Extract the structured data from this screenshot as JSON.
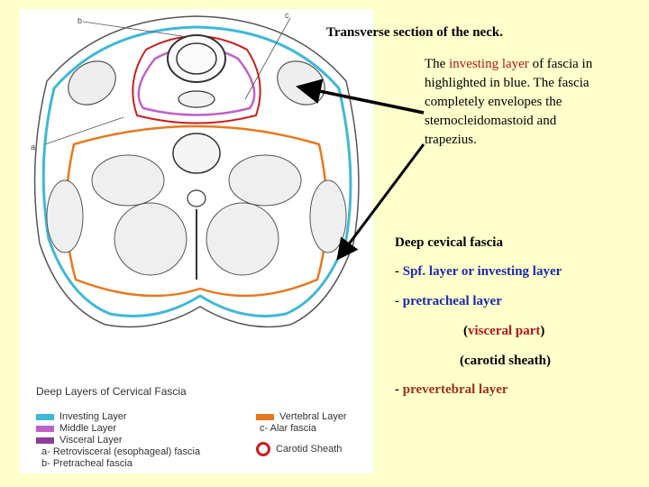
{
  "title": "Transverse section of the neck.",
  "investing_note": {
    "pre": "The ",
    "highlight": "investing layer",
    "line1_post": " of fascia in",
    "line2": "highlighted in blue. The fascia",
    "line3": "completely envelopes the",
    "line4": "sternocleidomastoid and",
    "line5": "trapezius."
  },
  "deep_fascia": {
    "heading": "Deep cevical fascia",
    "spf_prefix": "- ",
    "spf_label": "Spf. layer",
    "spf_or": " or ",
    "spf_investing": "investing layer",
    "pretracheal_prefix": "- ",
    "pretracheal_label": "pretracheal layer",
    "visceral_open": "(",
    "visceral_label": "visceral part",
    "visceral_close": ")",
    "carotid": "(carotid sheath)",
    "prevertebral_prefix": "- ",
    "prevertebral_label": "prevertebral layer"
  },
  "figure": {
    "label_a": "a",
    "label_b": "b",
    "label_c": "c",
    "legend_title": "Deep Layers of Cervical Fascia",
    "legend_left": [
      {
        "label": "Investing Layer",
        "color": "#3fb8d8"
      },
      {
        "label": "Middle Layer",
        "color": "#c060c8"
      },
      {
        "label": "Visceral Layer",
        "color": "#8a3f9a"
      },
      {
        "label": "a- Retrovisceral (esophageal) fascia",
        "color": ""
      },
      {
        "label": "b- Pretracheal fascia",
        "color": ""
      }
    ],
    "legend_right": [
      {
        "label": "Vertebral Layer",
        "color": "#e8781e"
      },
      {
        "label": "c- Alar fascia",
        "color": ""
      },
      {
        "label": "Carotid Sheath",
        "color": "#c81e1e"
      }
    ]
  }
}
